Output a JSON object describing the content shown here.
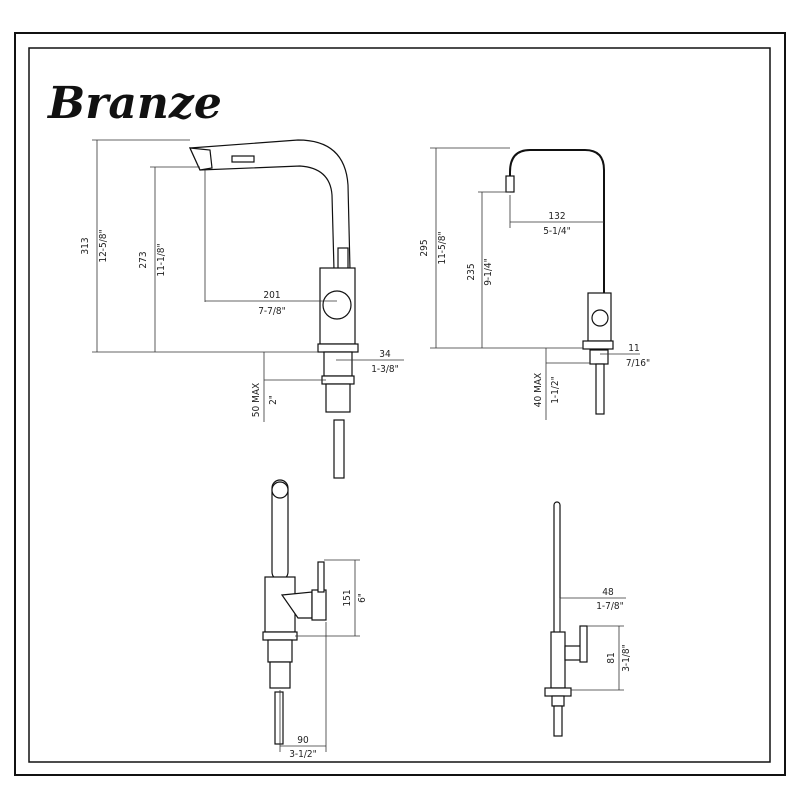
{
  "brand": {
    "name": "Branze"
  },
  "views": {
    "pullout_side": {
      "height_mm": "313",
      "height_in": "12-5/8\"",
      "spout_height_mm": "273",
      "spout_height_in": "11-1/8\"",
      "reach_mm": "201",
      "reach_in": "7-7/8\"",
      "base_mm": "34",
      "base_in": "1-3/8\"",
      "deck_max_mm": "50 MAX",
      "deck_max_in": "2\""
    },
    "gooseneck_side": {
      "height_mm": "295",
      "height_in": "11-5/8\"",
      "spout_height_mm": "235",
      "spout_height_in": "9-1/4\"",
      "reach_mm": "132",
      "reach_in": "5-1/4\"",
      "base_mm": "11",
      "base_in": "7/16\"",
      "deck_max_mm": "40 MAX",
      "deck_max_in": "1-1/2\""
    },
    "pullout_front": {
      "handle_mm": "151",
      "handle_in": "6\"",
      "width_mm": "90",
      "width_in": "3-1/2\""
    },
    "gooseneck_front": {
      "reach_mm": "48",
      "reach_in": "1-7/8\"",
      "handle_mm": "81",
      "handle_in": "3-1/8\""
    }
  }
}
